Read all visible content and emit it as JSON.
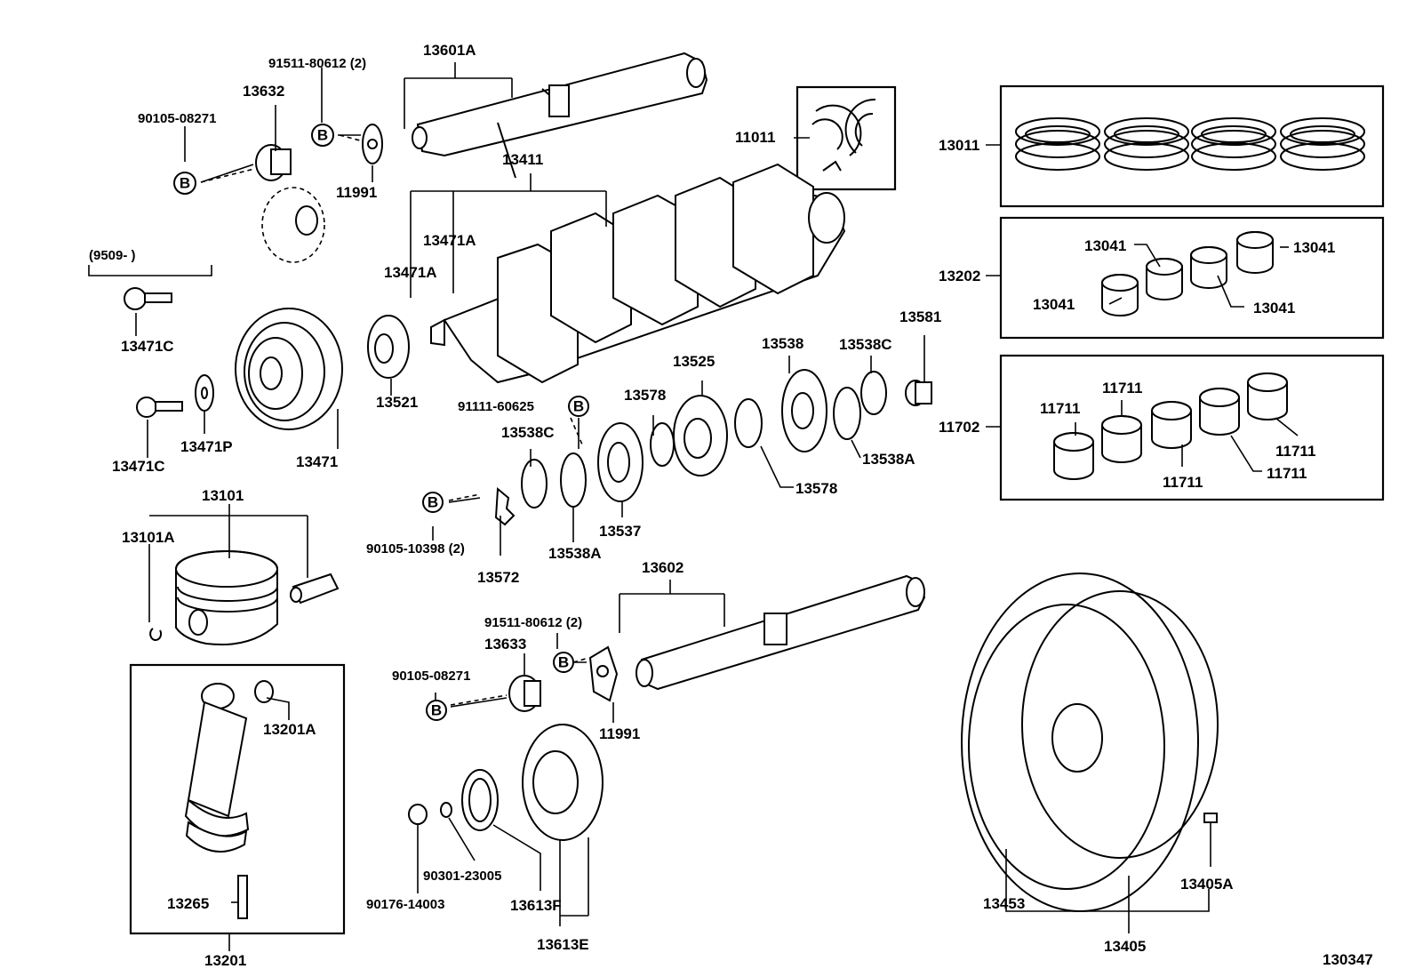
{
  "diagram": {
    "ref_marker": "B",
    "drawing_number": "130347",
    "labels": {
      "p13601A": "13601A",
      "p91511_top": "91511-80612 (2)",
      "p13632": "13632",
      "p90105_08271_top": "90105-08271",
      "p11991_top": "11991",
      "p11011": "11011",
      "p13411": "13411",
      "p13471A_1": "13471A",
      "p13471A_2": "13471A",
      "p9509": "(9509-        )",
      "p13471C_top": "13471C",
      "p13471C_bot": "13471C",
      "p13471P": "13471P",
      "p13471": "13471",
      "p13521": "13521",
      "p13101": "13101",
      "p13101A": "13101A",
      "p91111": "91111-60625",
      "p13538C_left": "13538C",
      "p13578_top": "13578",
      "p13525": "13525",
      "p13538": "13538",
      "p13538C_right": "13538C",
      "p13581": "13581",
      "p13538A_right": "13538A",
      "p13578_right": "13578",
      "p13537": "13537",
      "p13538A_left": "13538A",
      "p90105_10398": "90105-10398 (2)",
      "p13572": "13572",
      "p13602": "13602",
      "p91511_bot": "91511-80612 (2)",
      "p13633": "13633",
      "p90105_08271_bot": "90105-08271",
      "p11991_bot": "11991",
      "p13201A": "13201A",
      "p13265": "13265",
      "p13201": "13201",
      "p90301": "90301-23005",
      "p90176": "90176-14003",
      "p13613F": "13613F",
      "p13613E": "13613E",
      "p13011": "13011",
      "p13202": "13202",
      "p13041_a": "13041",
      "p13041_b": "13041",
      "p13041_c": "13041",
      "p13041_d": "13041",
      "p11702": "11702",
      "p11711_a": "11711",
      "p11711_b": "11711",
      "p11711_c": "11711",
      "p11711_d": "11711",
      "p11711_e": "11711",
      "p13453": "13453",
      "p13405": "13405",
      "p13405A": "13405A"
    }
  }
}
